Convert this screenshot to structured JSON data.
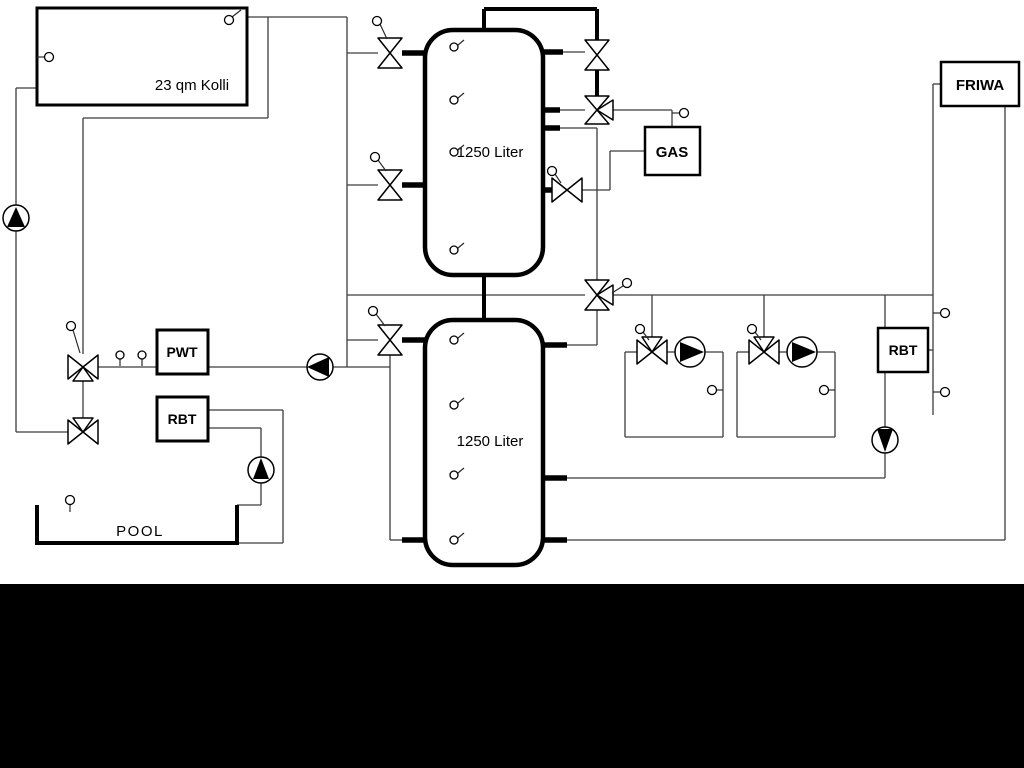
{
  "labels": {
    "collector": "23 qm Kolli",
    "tank_top": "1250 Liter",
    "tank_bottom": "1250 Liter",
    "gas": "GAS",
    "friwa": "FRIWA",
    "pwt": "PWT",
    "rbt_left": "RBT",
    "rbt_right": "RBT",
    "pool": "POOL"
  },
  "colors": {
    "pipe_thin": "#3c3c3c",
    "pipe_bold": "#000000",
    "background": "#ffffff",
    "mask_bar": "#000000"
  }
}
